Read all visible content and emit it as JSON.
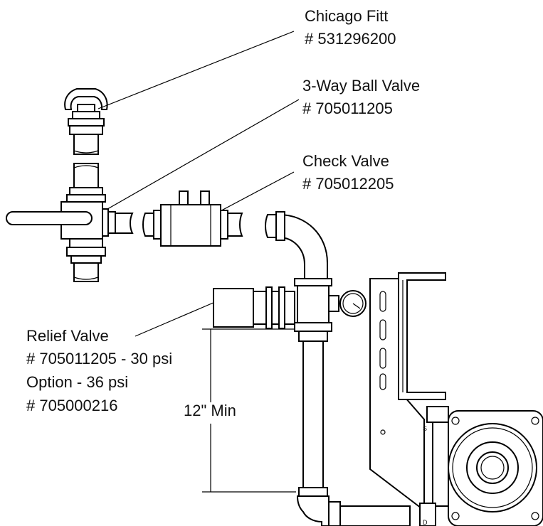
{
  "labels": {
    "chicago_name": "Chicago Fitt",
    "chicago_part": "# 531296200",
    "ball_valve_name": "3-Way Ball Valve",
    "ball_valve_part": "# 705011205",
    "check_valve_name": "Check Valve",
    "check_valve_part": "# 705012205",
    "relief_name": "Relief Valve",
    "relief_part": "# 705011205 - 30 psi",
    "relief_option": "Option - 36 psi",
    "relief_option_part": "# 705000216",
    "dimension": "12\" Min",
    "port_s": "S",
    "port_d": "D"
  }
}
